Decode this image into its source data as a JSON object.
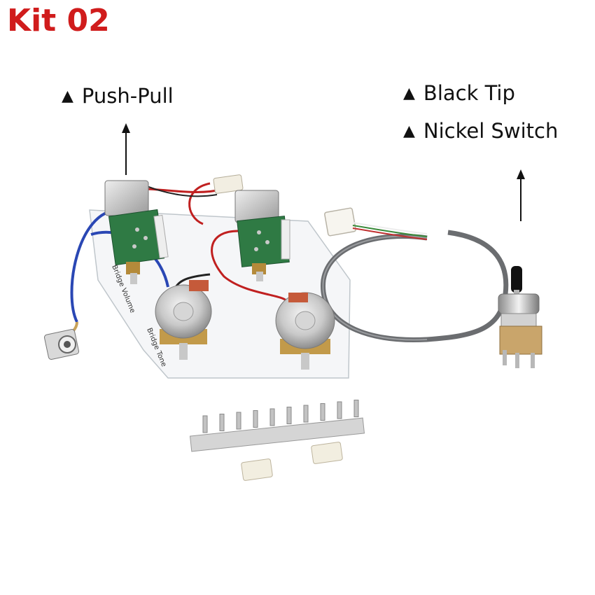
{
  "title": "Kit 02",
  "labels": {
    "push_pull": "Push-Pull",
    "black_tip": "Black Tip",
    "nickel_switch": "Nickel Switch",
    "marker": "▲"
  },
  "plate_text": {
    "volume": "Bridge Volume",
    "tone": "Bridge Tone"
  },
  "colors": {
    "title": "#d01c1c"
  }
}
